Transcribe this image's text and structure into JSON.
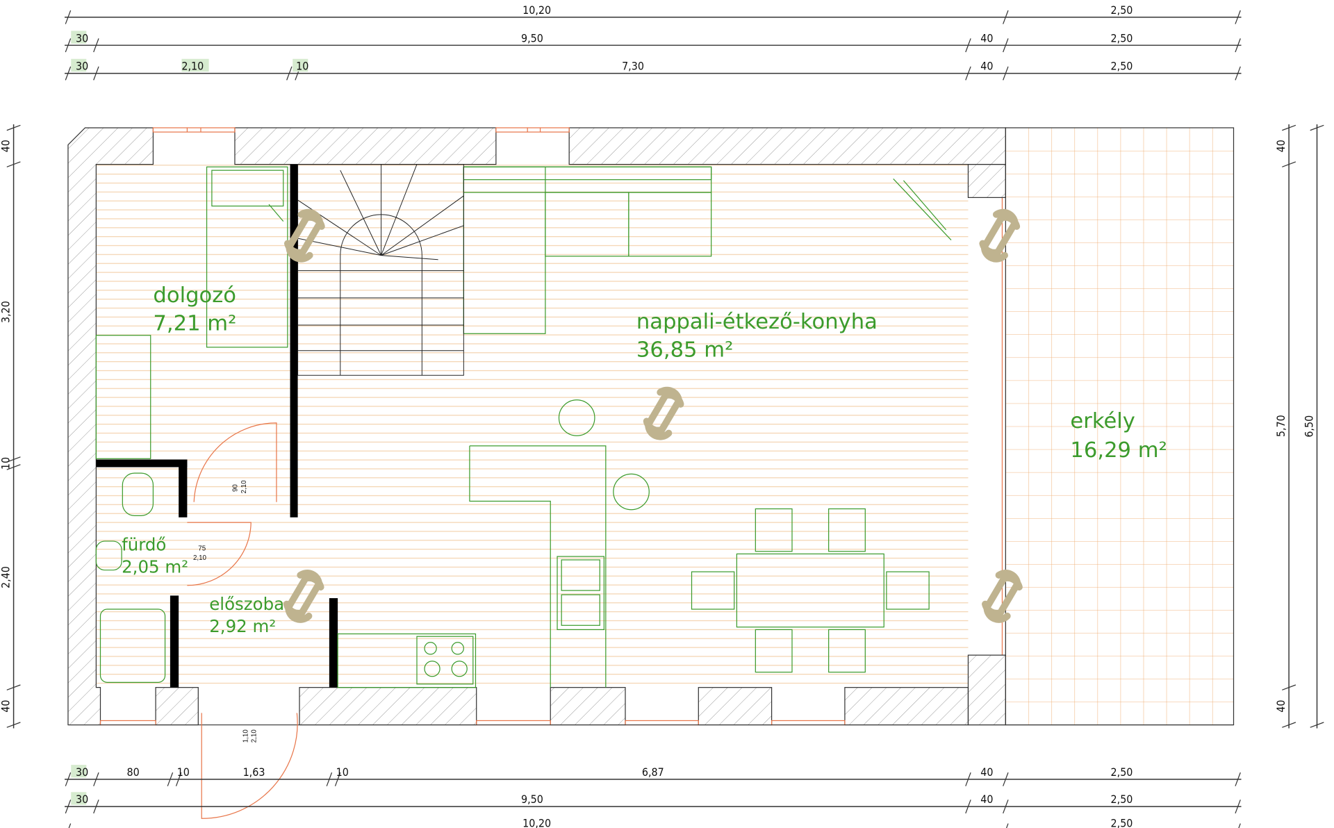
{
  "colors": {
    "room_text": "#3c9b2c",
    "wall": "#000000",
    "furniture": "#3c9b2c",
    "floor": "#f3c9a0",
    "window": "#e8764a",
    "logo": "#bfb38f"
  },
  "rooms": [
    {
      "name": "dolgozó",
      "area": "7,21 m²"
    },
    {
      "name": "nappali-étkező-konyha",
      "area": "36,85 m²"
    },
    {
      "name": "erkély",
      "area": "16,29 m²"
    },
    {
      "name": "fürdő",
      "area": "2,05 m²"
    },
    {
      "name": "előszoba",
      "area": "2,92 m²"
    }
  ],
  "door_tags": [
    {
      "width": "90",
      "height": "2,10"
    },
    {
      "width": "75",
      "height": "2,10"
    },
    {
      "width": "1,10",
      "height": "2,10"
    }
  ],
  "dimensions": {
    "top": [
      [
        "10,20",
        "2,50"
      ],
      [
        "30",
        "9,50",
        "40",
        "2,50"
      ],
      [
        "30",
        "2,10",
        "10",
        "7,30",
        "40",
        "2,50"
      ]
    ],
    "bottom": [
      [
        "30",
        "80",
        "10",
        "1,63",
        "10",
        "6,87",
        "40",
        "2,50"
      ],
      [
        "30",
        "9,50",
        "40",
        "2,50"
      ],
      [
        "10,20",
        "2,50"
      ]
    ],
    "left": [
      "40",
      "3,20",
      "10",
      "2,40",
      "40"
    ],
    "right_inner": [
      "40",
      "5,70",
      "40"
    ],
    "right_outer": [
      "6,50"
    ]
  }
}
